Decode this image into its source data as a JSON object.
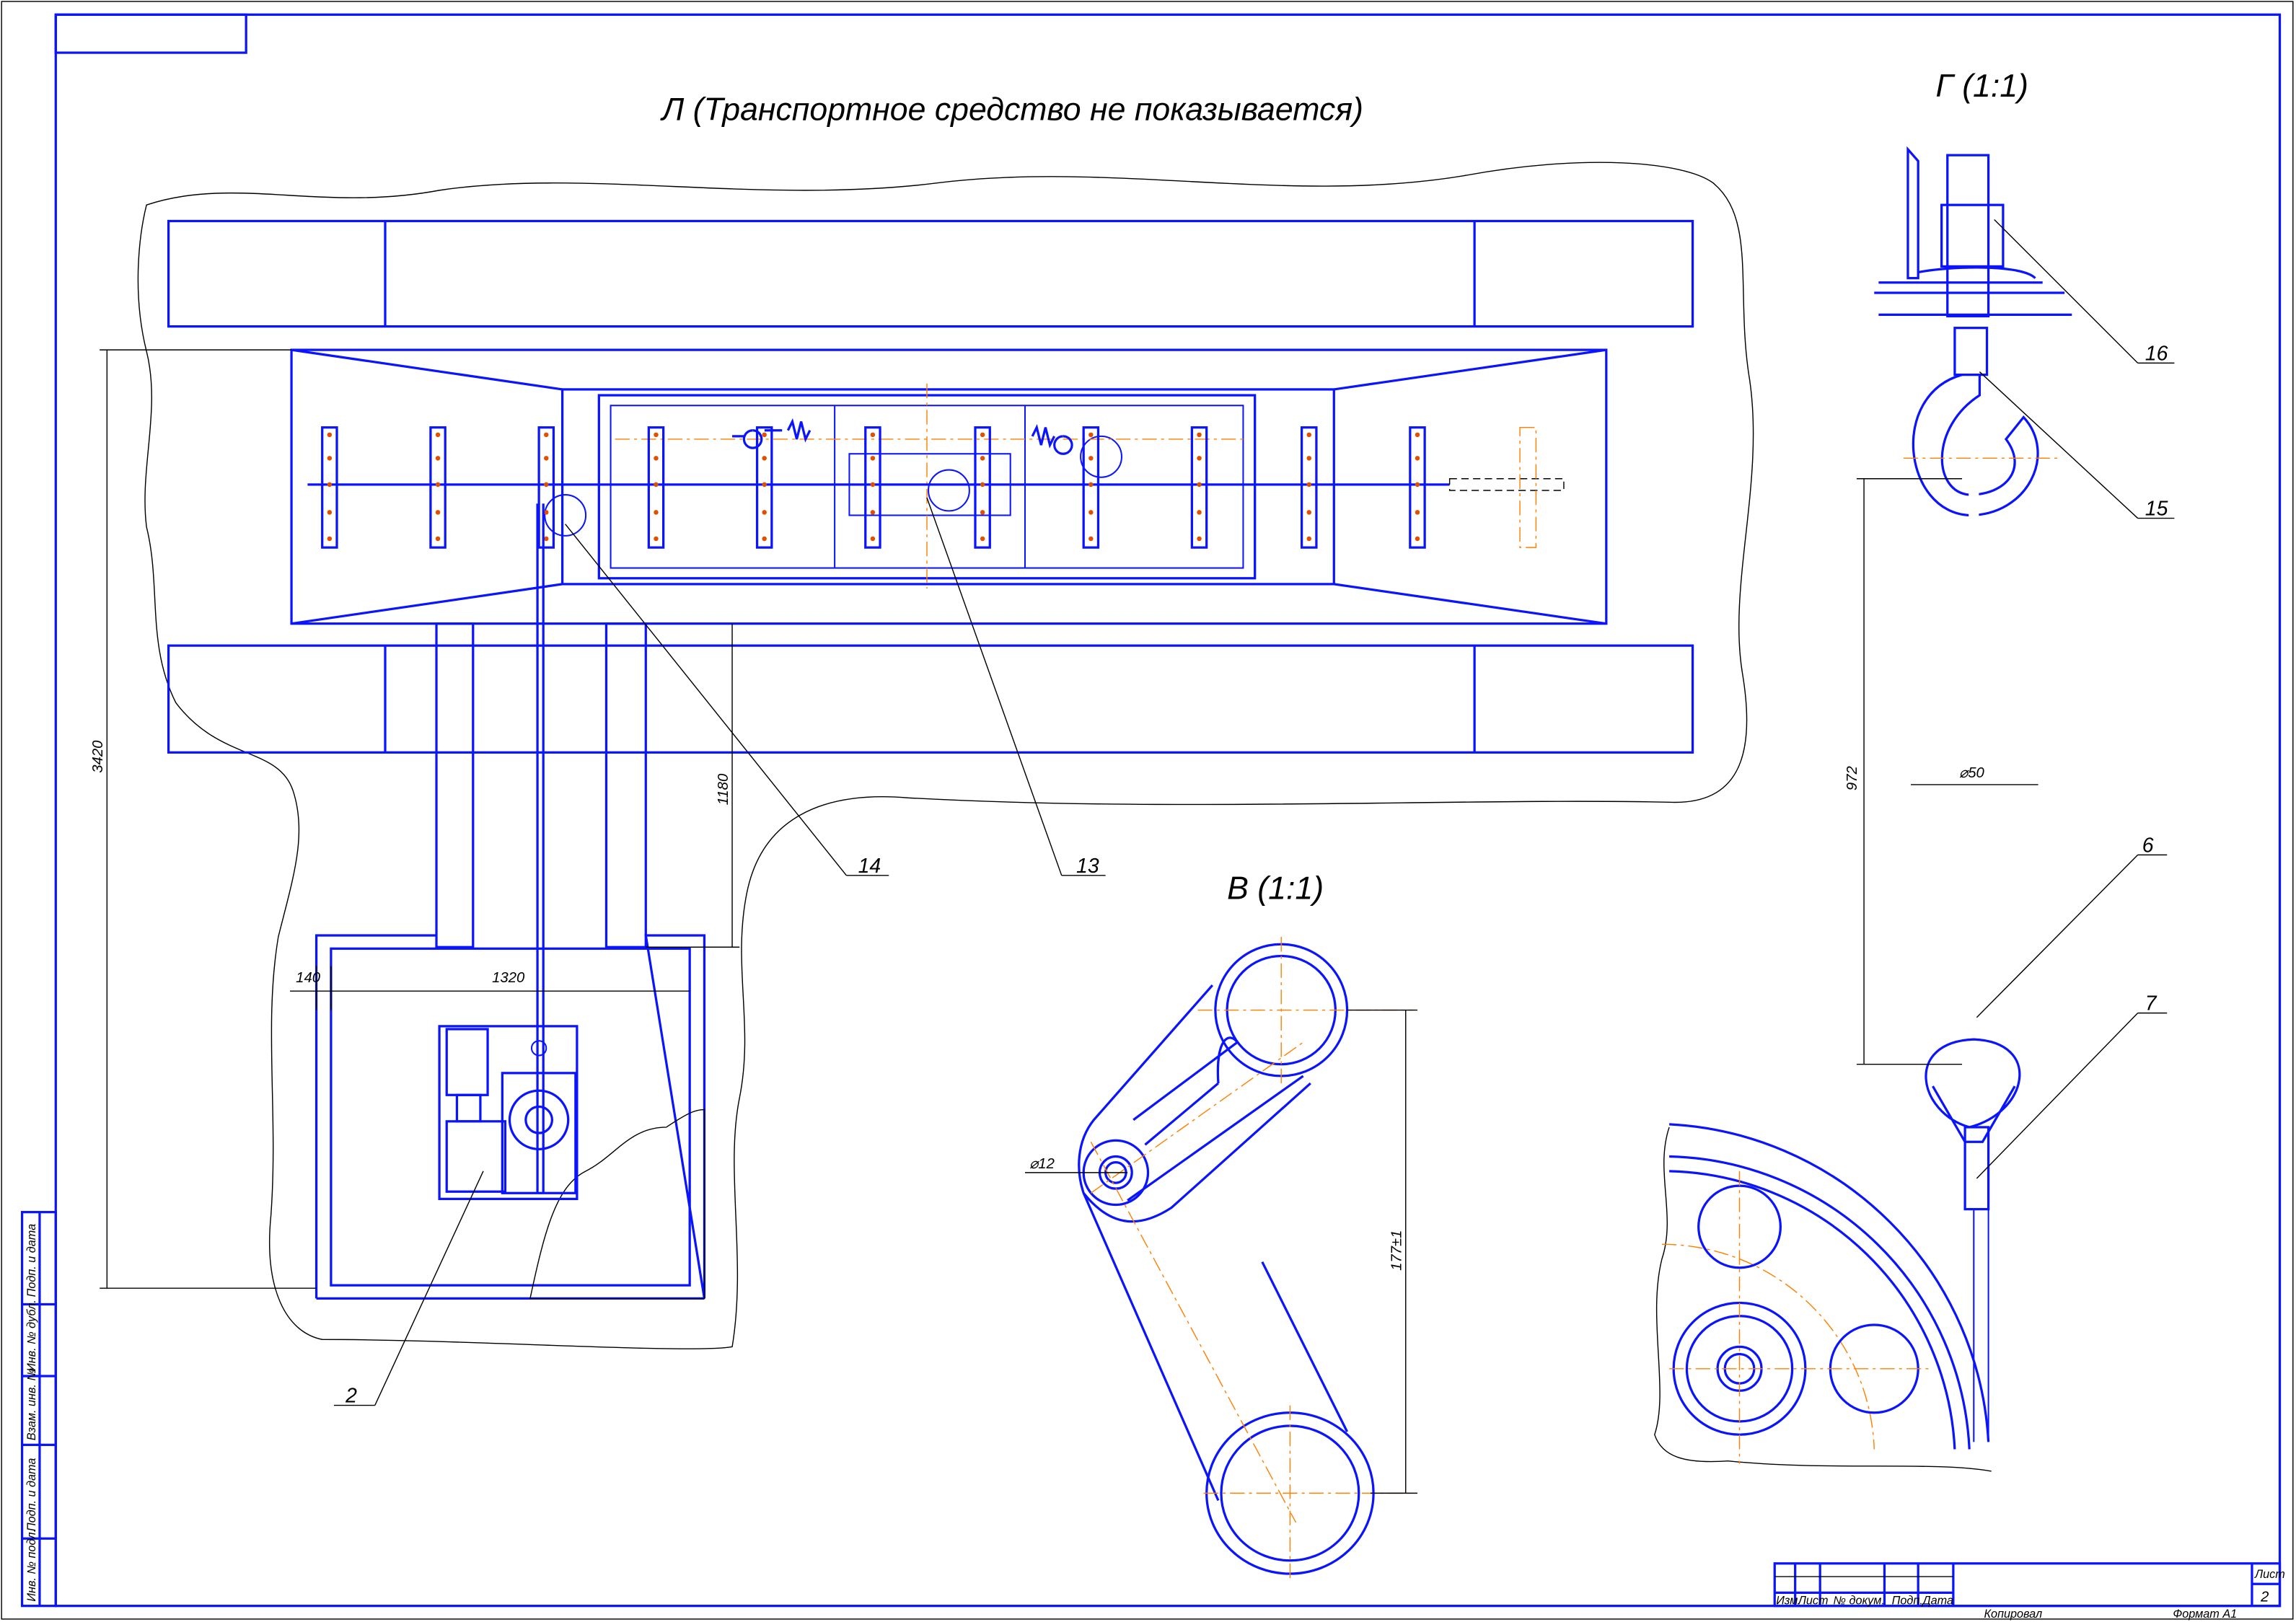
{
  "views": {
    "plan_title": "Л (Транспортное средство не показывается)",
    "detail_g_title": "Г (1:1)",
    "detail_v_title": "В (1:1)"
  },
  "dimensions": {
    "height_total": "3420",
    "pit_depth": "1180",
    "wall_offset": "140",
    "pit_width": "1320",
    "spring_length": "972",
    "spring_diameter": "⌀50",
    "pin_diameter": "⌀12",
    "arm_distance": "177±1"
  },
  "callouts": [
    "16",
    "15",
    "6",
    "7",
    "14",
    "13",
    "2"
  ],
  "side_stamp": [
    "Инв. № подл.",
    "Подп. и дата",
    "Взам. инв. №",
    "Инв. № дубл.",
    "Подп. и дата"
  ],
  "title_block": {
    "headers": [
      "Изм.",
      "Лист",
      "№ докум.",
      "Подп.",
      "Дата"
    ],
    "sheet_label": "Лист",
    "sheet_number": "2",
    "copied": "Копировал",
    "format_label": "Формат",
    "format_value": "A1"
  },
  "colors": {
    "line": "#0a14ff",
    "axis": "#ff8000",
    "dim": "#000000"
  }
}
